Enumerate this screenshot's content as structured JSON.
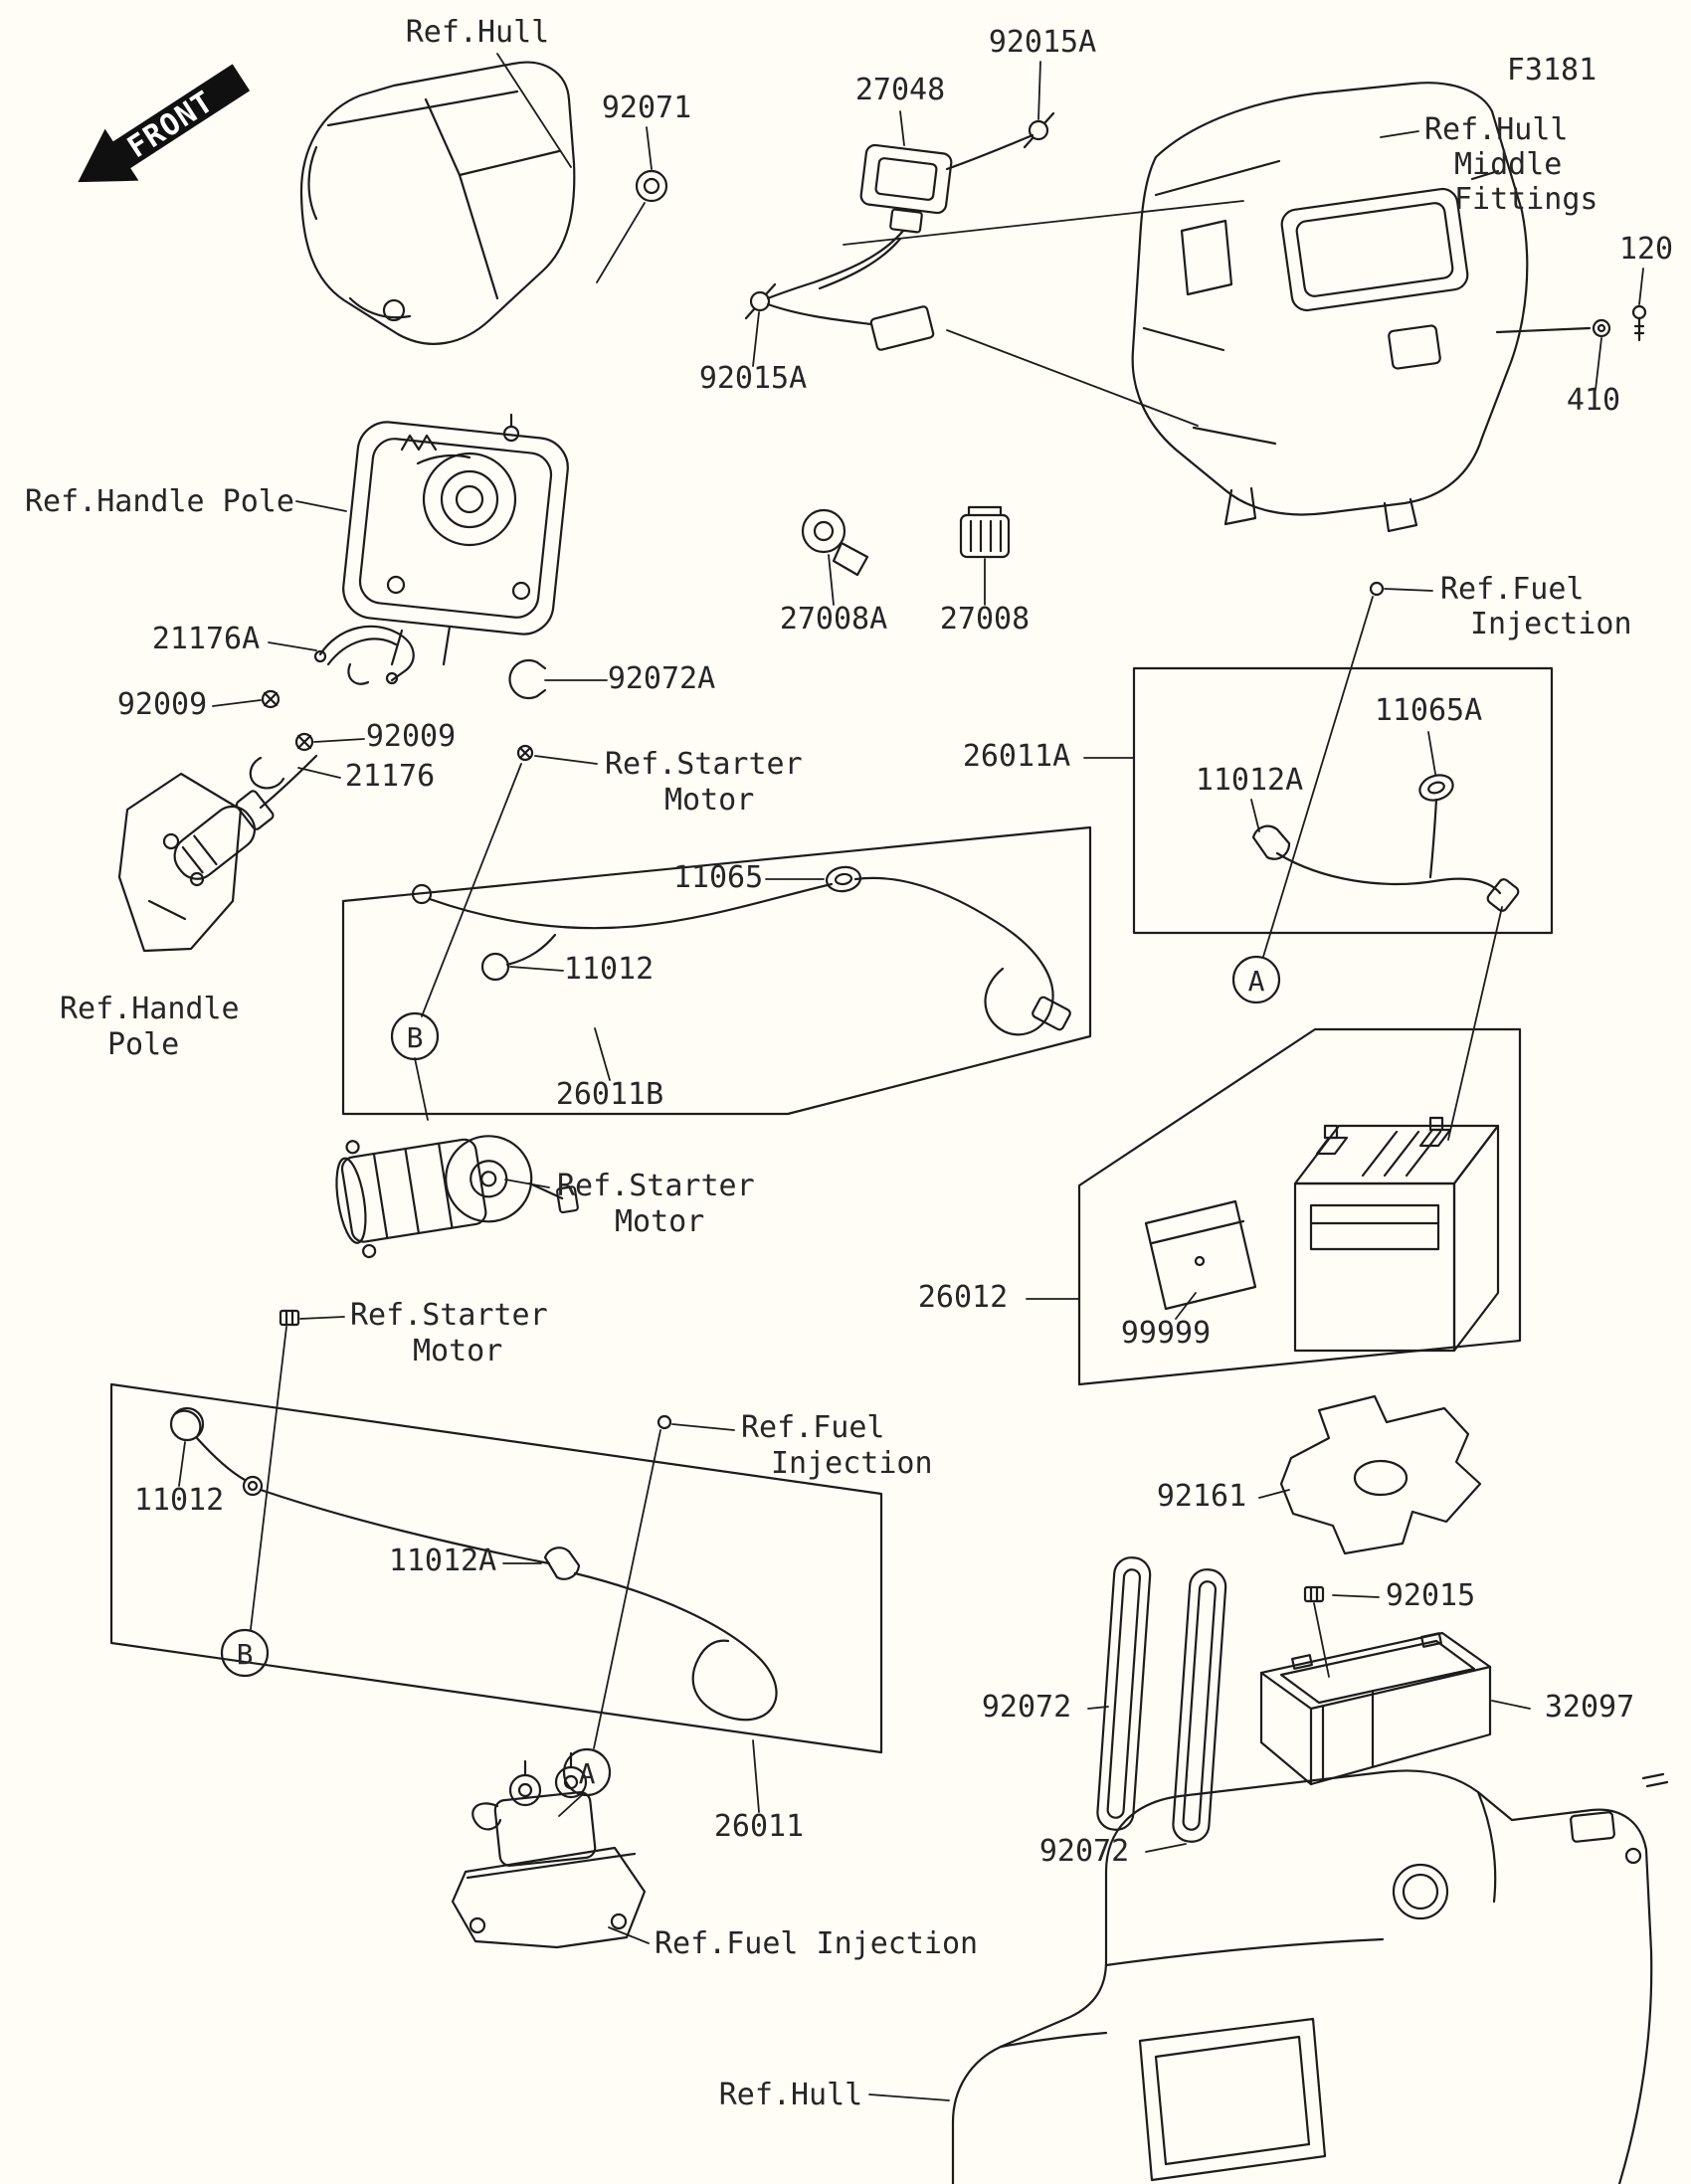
{
  "figure": {
    "code": "F3181",
    "front_label": "FRONT"
  },
  "colors": {
    "line": "#1c1c1c",
    "text": "#262626",
    "background": "#fffdf6"
  },
  "callouts": {
    "ref_hull_top": "Ref.Hull",
    "p92071": "92071",
    "p27048": "27048",
    "p92015a_top": "92015A",
    "p92015a_side": "92015A",
    "hull_mid_line1": "Ref.Hull",
    "hull_mid_line2": "Middle",
    "hull_mid_line3": "Fittings",
    "p120": "120",
    "p410": "410",
    "ref_handle_pole_top": "Ref.Handle Pole",
    "ref_fuel_right_line1": "Ref.Fuel",
    "ref_fuel_right_line2": "Injection",
    "p21176a": "21176A",
    "p27008a": "27008A",
    "p27008": "27008",
    "p92072a": "92072A",
    "p92009_top": "92009",
    "p92009_mid": "92009",
    "p21176": "21176",
    "p26011a": "26011A",
    "p11065a": "11065A",
    "p11012a_right": "11012A",
    "p11065": "11065",
    "p11012_center": "11012",
    "ref_starter_top_line1": "Ref.Starter",
    "ref_starter_top_line2": "Motor",
    "ref_handle_pole_bottom_line1": "Ref.Handle",
    "ref_handle_pole_bottom_line2": "Pole",
    "p26011b": "26011B",
    "ref_starter_mid_line1": "Ref.Starter",
    "ref_starter_mid_line2": "Motor",
    "badge_a_right": "A",
    "badge_b_center": "B",
    "p26012": "26012",
    "p99999": "99999",
    "ref_starter_low_line1": "Ref.Starter",
    "ref_starter_low_line2": "Motor",
    "p11012_left": "11012",
    "ref_fuel_mid_line1": "Ref.Fuel",
    "ref_fuel_mid_line2": "Injection",
    "p92161": "92161",
    "p11012a_left": "11012A",
    "badge_b_low": "B",
    "p92015": "92015",
    "p92072_upper": "92072",
    "p32097": "32097",
    "badge_a_low": "A",
    "p26011": "26011",
    "p92072_lower": "92072",
    "ref_fuel_bottom": "Ref.Fuel Injection",
    "ref_hull_bottom": "Ref.Hull"
  }
}
